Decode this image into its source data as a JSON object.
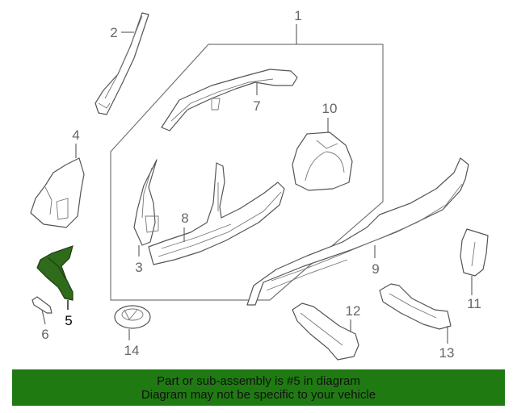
{
  "callouts": {
    "n1": "1",
    "n2": "2",
    "n3": "3",
    "n4": "4",
    "n5": "5",
    "n6": "6",
    "n7": "7",
    "n8": "8",
    "n9": "9",
    "n10": "10",
    "n11": "11",
    "n12": "12",
    "n13": "13",
    "n14": "14"
  },
  "highlight": {
    "part": "5",
    "color": "#2e6b1a"
  },
  "banner": {
    "line1": "Part or sub-assembly is #5 in diagram",
    "line2": "Diagram may not be specific to your vehicle",
    "color": "#1f7a12"
  }
}
